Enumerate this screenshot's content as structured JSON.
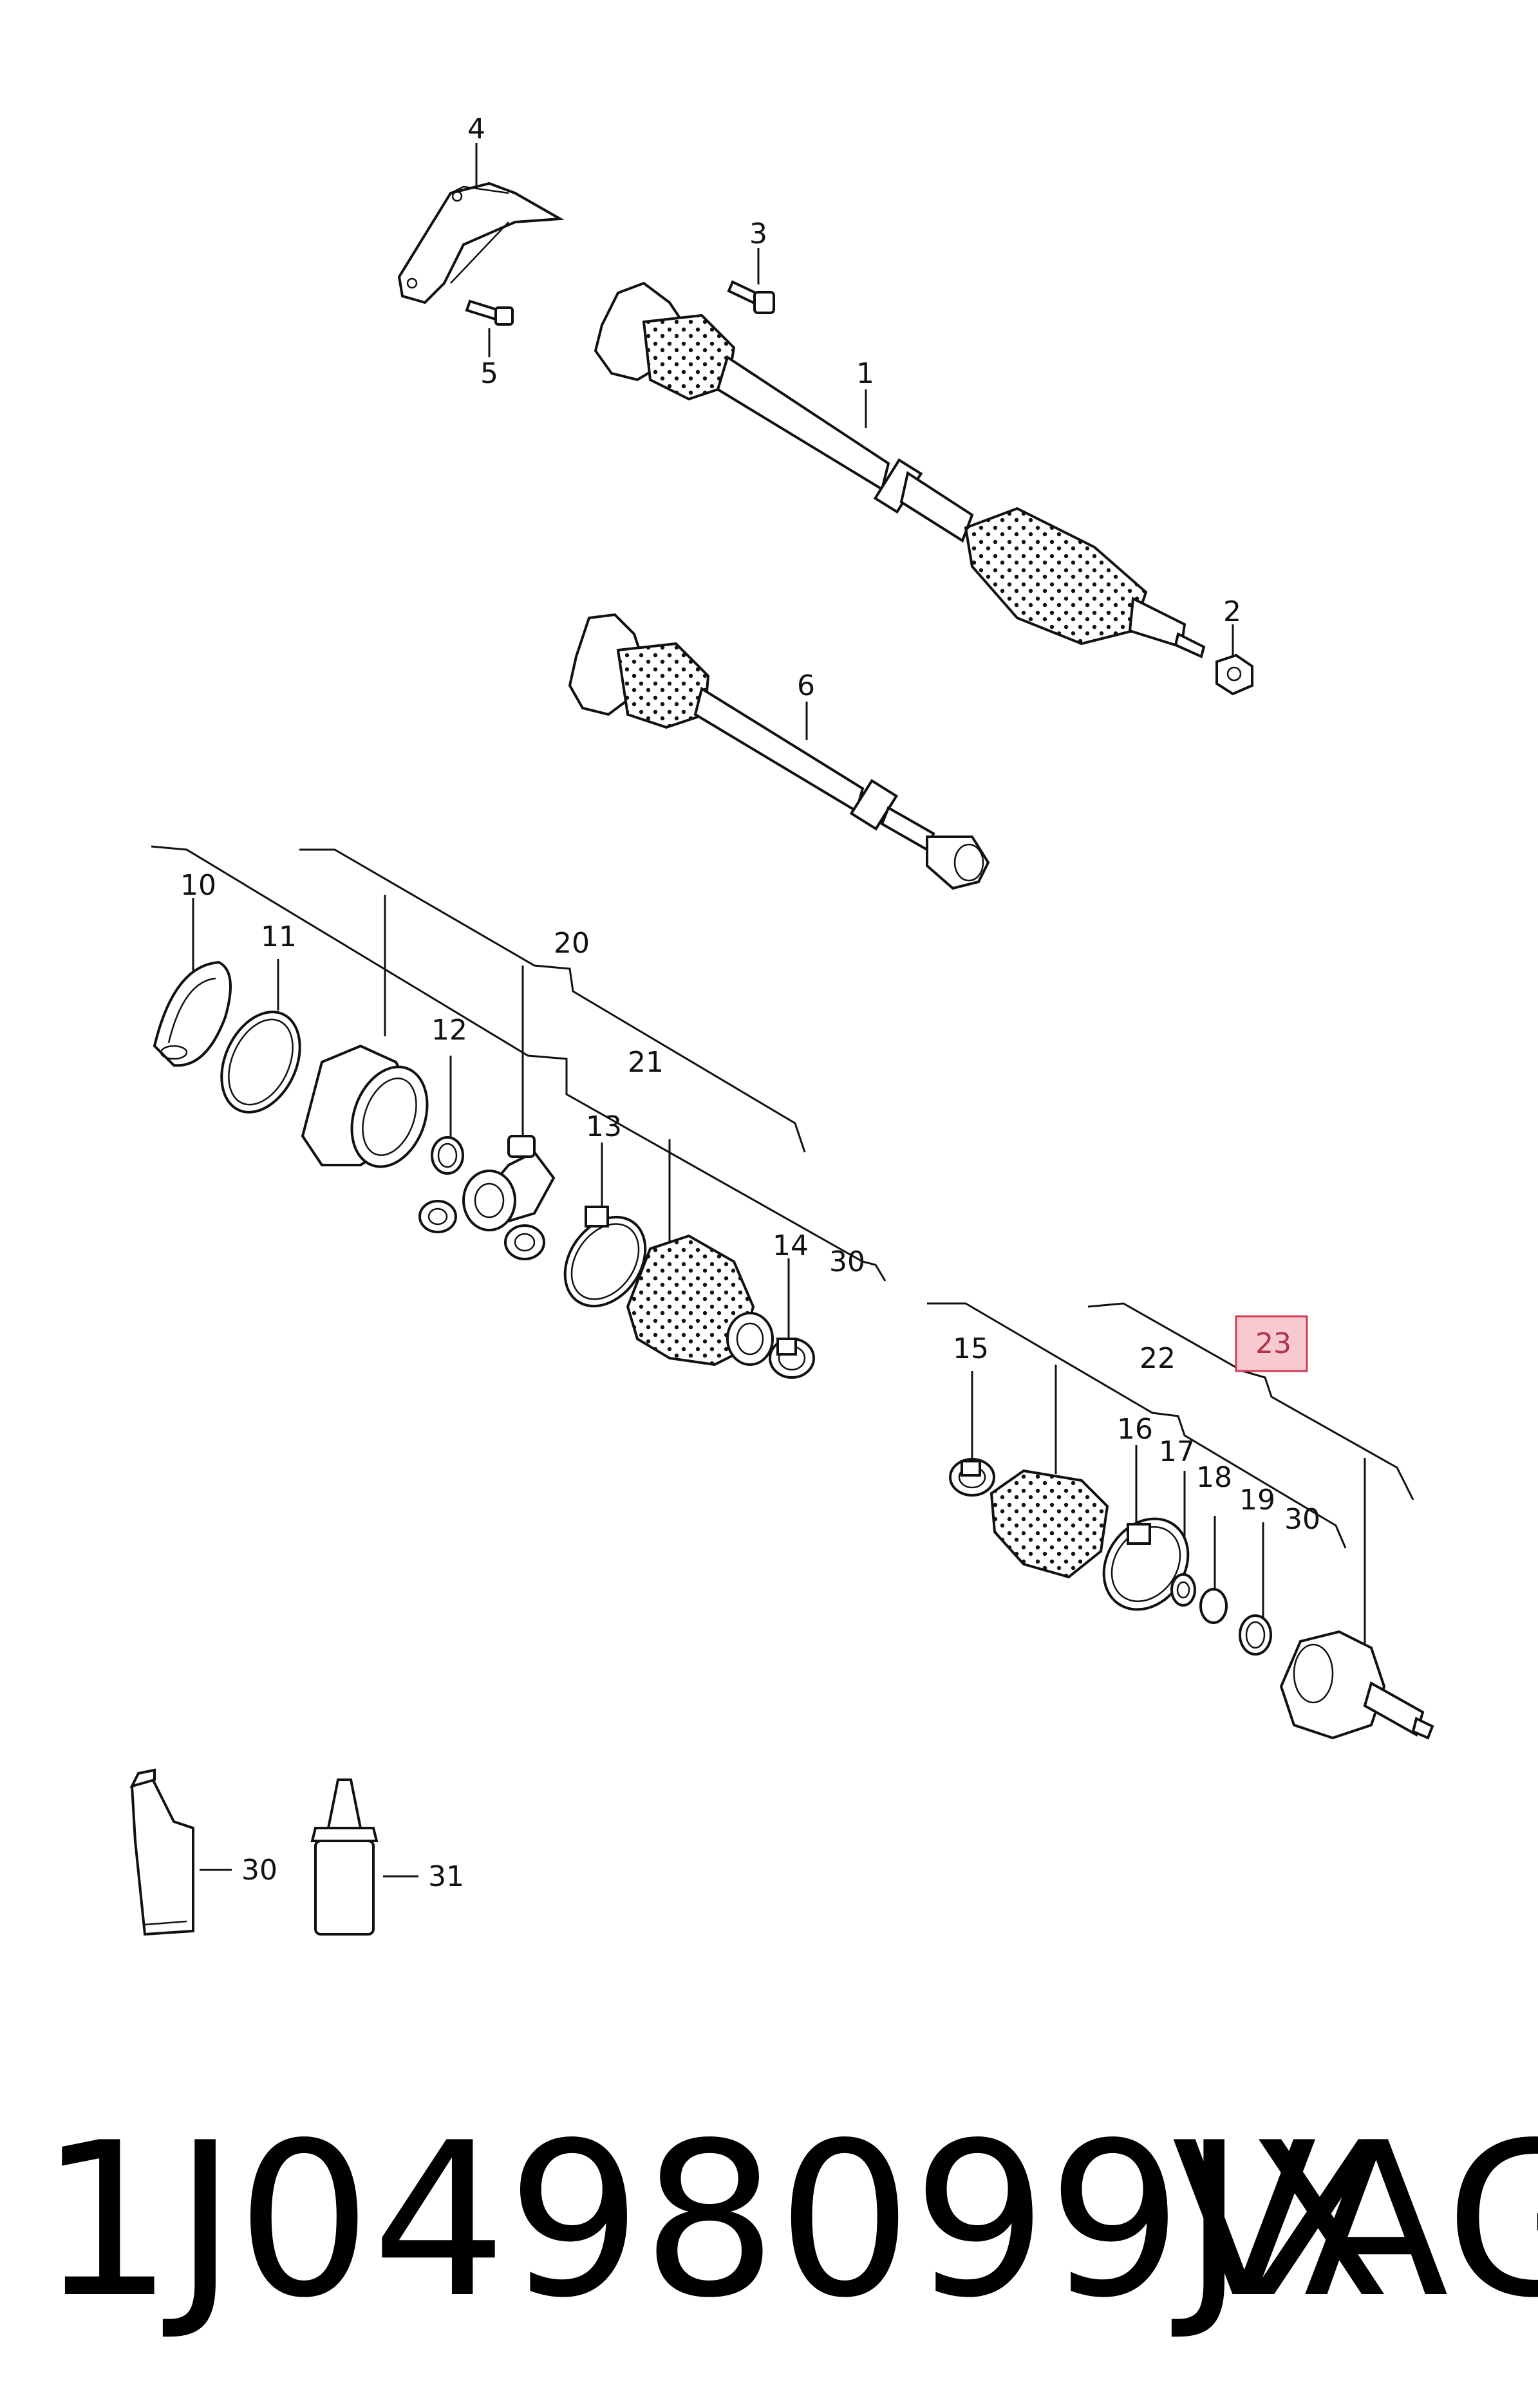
{
  "callouts": {
    "c1": "1",
    "c2": "2",
    "c3": "3",
    "c4": "4",
    "c5": "5",
    "c6": "6",
    "c10": "10",
    "c11": "11",
    "c12": "12",
    "c13": "13",
    "c14": "14",
    "c15": "15",
    "c16": "16",
    "c17": "17",
    "c18": "18",
    "c19": "19",
    "c20": "20",
    "c21": "21",
    "c22": "22",
    "c23": "23",
    "c30a": "30",
    "c30b": "30",
    "c30c": "30",
    "c31": "31"
  },
  "highlight_color": "#f7c9d0",
  "highlight_border": "#d23c55",
  "footer": {
    "part_number": "1J0498099JX",
    "brand": "VAG"
  }
}
